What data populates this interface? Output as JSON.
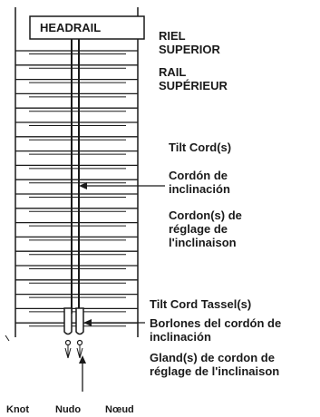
{
  "headrail": "HEADRAIL",
  "labels": {
    "riel_superior": "RIEL\nSUPERIOR",
    "rail_superieur": "RAIL\nSUPÉRIEUR",
    "tilt_cord_en": "Tilt Cord(s)",
    "tilt_cord_es": "Cordón de\ninclinación",
    "tilt_cord_fr": "Cordon(s) de\nréglage de\nl'inclinaison",
    "tassel_en": "Tilt Cord Tassel(s)",
    "tassel_es": "Borlones del cordón de\ninclinación",
    "tassel_fr": "Gland(s) de cordon de\nréglage de l'inclinaison",
    "knot_en": "Knot",
    "knot_es": "Nudo",
    "knot_fr": "Nœud"
  }
}
